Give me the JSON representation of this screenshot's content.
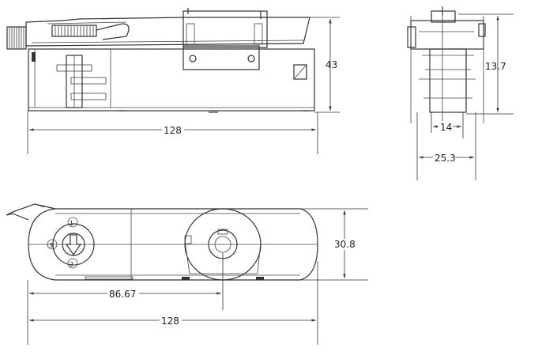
{
  "dimensions": {
    "front_height": "43",
    "front_length": "128",
    "side_height": "13.7",
    "side_inner_width": "14",
    "side_outer_width": "25.3",
    "top_width": "30.8",
    "top_offset": "86.67",
    "top_length": "128"
  },
  "markings": {
    "dial_1": "1",
    "dial_2": "2",
    "dial_3": "3"
  }
}
